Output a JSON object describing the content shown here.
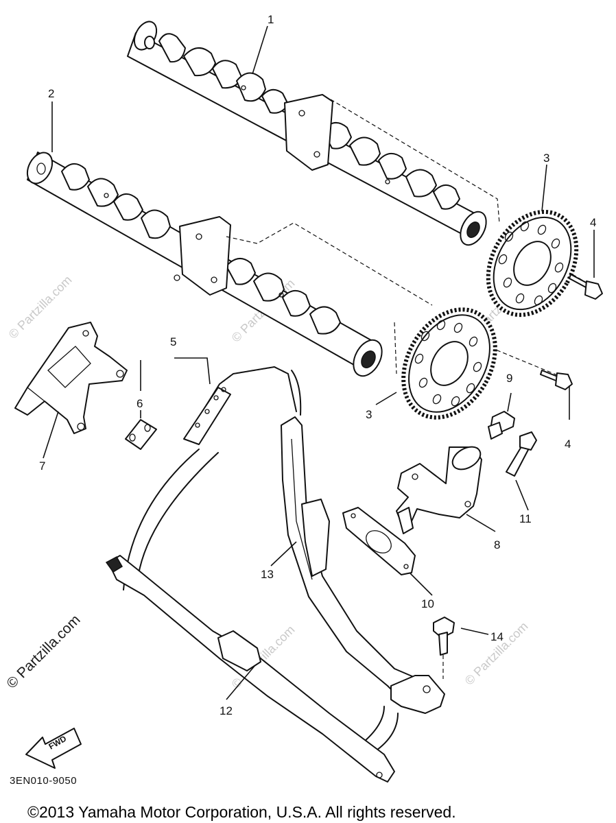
{
  "part_numbers": {
    "p1": "1",
    "p2": "2",
    "p3a": "3",
    "p3b": "3",
    "p4a": "4",
    "p4b": "4",
    "p5": "5",
    "p6": "6",
    "p7": "7",
    "p8": "8",
    "p9": "9",
    "p10": "10",
    "p11": "11",
    "p12": "12",
    "p13": "13",
    "p14": "14"
  },
  "fwd_label": "FWD",
  "part_code": "3EN010-9050",
  "copyright": "©2013 Yamaha Motor Corporation, U.S.A. All rights reserved.",
  "watermark": "© Partzilla.com",
  "watermark_side": "© Partzilla.com",
  "colors": {
    "ink": "#111111",
    "watermark": "#c9c9c9",
    "background": "#ffffff"
  }
}
